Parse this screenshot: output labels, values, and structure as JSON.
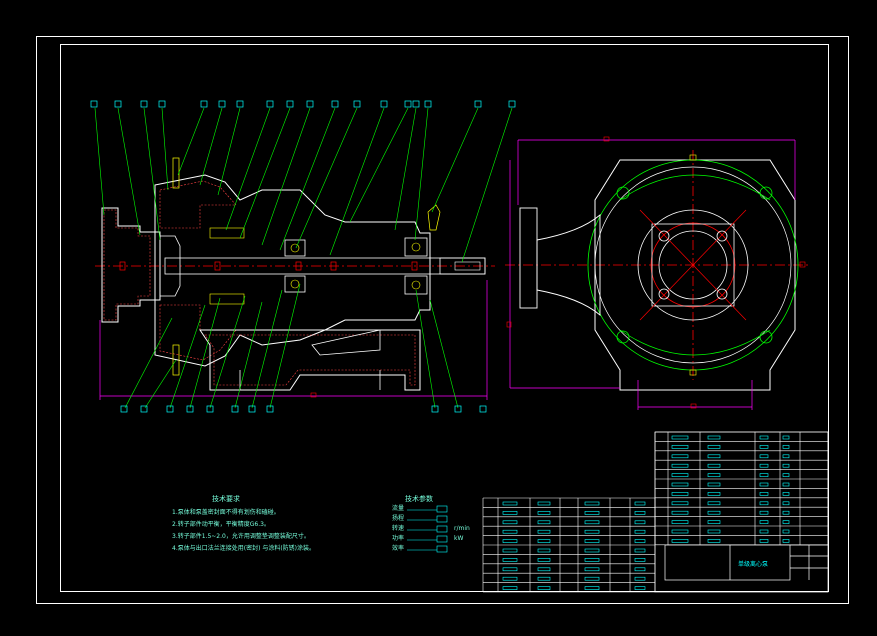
{
  "drawing": {
    "colors": {
      "background": "#000000",
      "frame": "#ffffff",
      "leader": "#00ff00",
      "outline": "#ffffff",
      "hatch": "#ff4444",
      "center": "#ff0000",
      "dimension": "#ff00ff",
      "table_text": "#00ffff",
      "cyan": "#00ffff",
      "yellow": "#ffff00"
    },
    "balloon_count_top": 18,
    "balloon_count_bottom": 11
  },
  "technical_requirements": {
    "title": "技术要求",
    "items": [
      "1.泵体和泵盖密封面不得有划伤和磕碰。",
      "2.转子部件动平衡，平衡精度G6.3。",
      "3.转子部件1.5~2.0，允许用调整垫调整装配尺寸。",
      "4.泵体与出口法兰连接处用(密封) 与涂料(防锈)涂装。"
    ]
  },
  "technical_parameters": {
    "title": "技术参数",
    "rows": [
      {
        "label": "流量",
        "unit": ""
      },
      {
        "label": "扬程",
        "unit": ""
      },
      {
        "label": "转速",
        "unit": "r/min"
      },
      {
        "label": "功率",
        "unit": "kW"
      },
      {
        "label": "效率",
        "unit": ""
      }
    ]
  },
  "title_block": {
    "drawing_name": "单级离心泵"
  }
}
